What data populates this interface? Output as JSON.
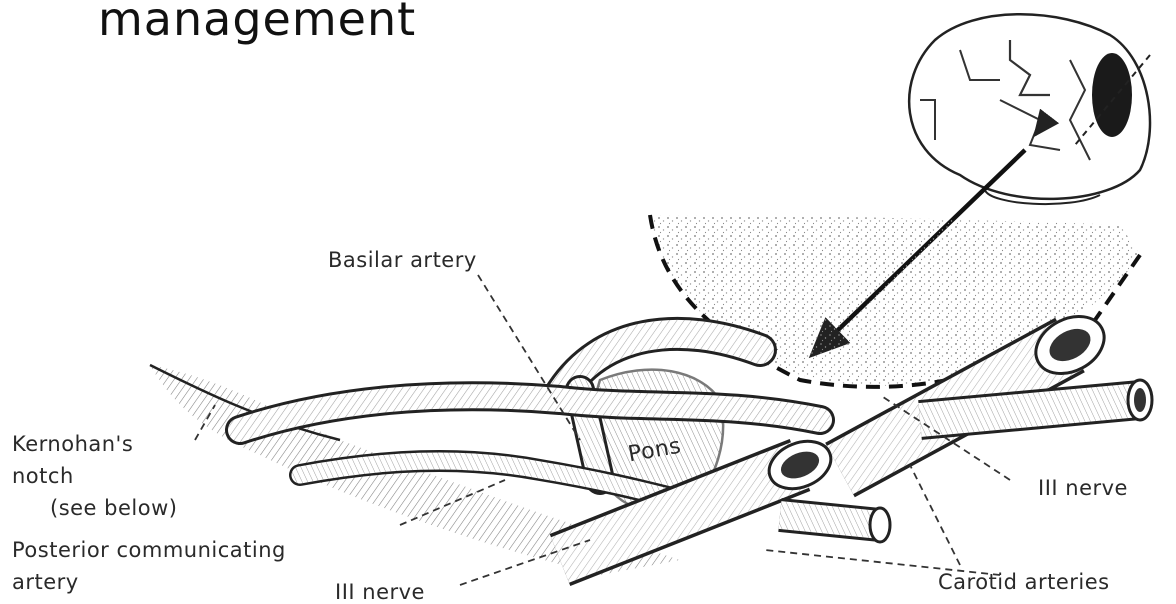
{
  "title": "management",
  "labels": {
    "basilar": "Basilar artery",
    "kernohan_1": "Kernohan's",
    "kernohan_2": "notch",
    "kernohan_3": "(see below)",
    "pcomm_1": "Posterior communicating",
    "pcomm_2": "artery",
    "nerve_bottom": "III nerve",
    "nerve_right": "III nerve",
    "carotid": "Carotid arteries",
    "pons": "Pons"
  }
}
